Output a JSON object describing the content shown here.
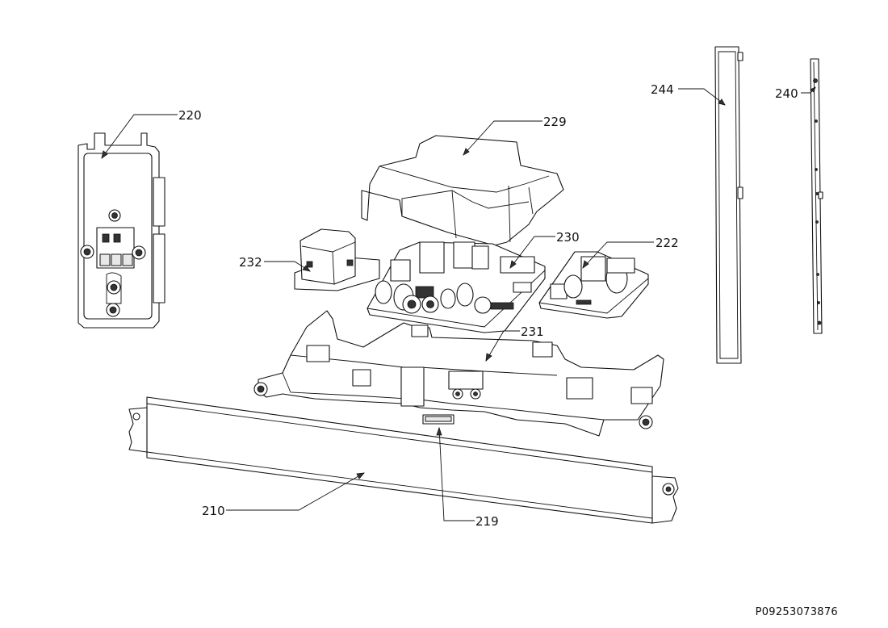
{
  "diagram": {
    "callouts": [
      {
        "id": "220",
        "label": "220"
      },
      {
        "id": "229",
        "label": "229"
      },
      {
        "id": "244",
        "label": "244"
      },
      {
        "id": "240",
        "label": "240"
      },
      {
        "id": "230",
        "label": "230"
      },
      {
        "id": "222",
        "label": "222"
      },
      {
        "id": "232",
        "label": "232"
      },
      {
        "id": "231",
        "label": "231"
      },
      {
        "id": "210",
        "label": "210"
      },
      {
        "id": "219",
        "label": "219"
      }
    ],
    "document_code": "P09253073876"
  }
}
